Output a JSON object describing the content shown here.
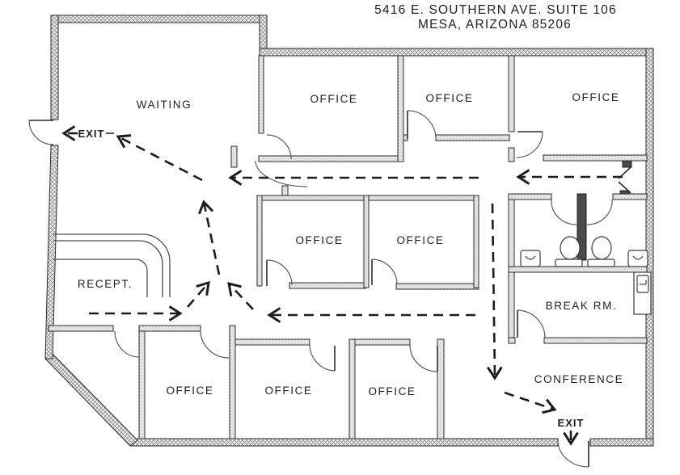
{
  "header": {
    "address_line1": "5416 E. SOUTHERN AVE. SUITE 106",
    "address_line2": "MESA, ARIZONA 85206"
  },
  "rooms": {
    "waiting": "WAITING",
    "office": "OFFICE",
    "reception": "RECEPT.",
    "break_room": "BREAK RM.",
    "conference": "CONFERENCE"
  },
  "labels": {
    "exit": "EXIT"
  },
  "colors": {
    "ink": "#1f1f1f",
    "wall_line": "#2b2b2b",
    "route": "#1c1c1c",
    "paper": "#ffffff"
  }
}
